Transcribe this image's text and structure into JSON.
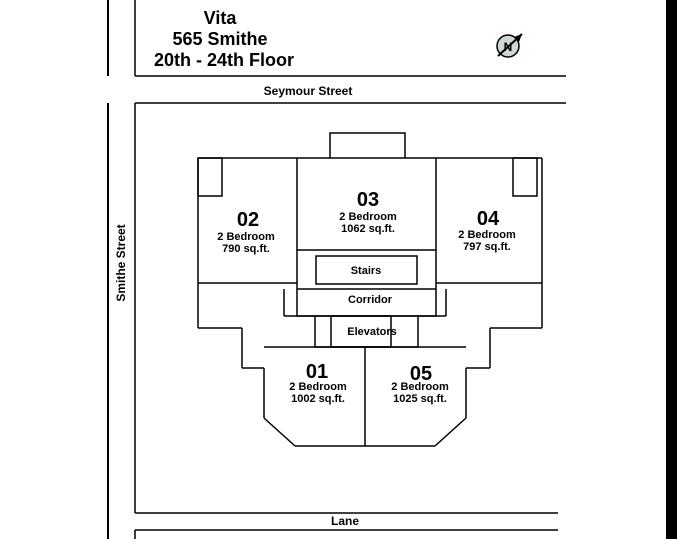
{
  "header": {
    "name": "Vita",
    "address": "565 Smithe",
    "floors": "20th - 24th Floor"
  },
  "compass": {
    "label": "N",
    "icon": "north-arrow-icon"
  },
  "streets": {
    "top": "Seymour Street",
    "left": "Smithe Street",
    "bottom": "Lane"
  },
  "units": [
    {
      "number": "02",
      "type": "2 Bedroom",
      "area": "790 sq.ft."
    },
    {
      "number": "03",
      "type": "2 Bedroom",
      "area": "1062 sq.ft."
    },
    {
      "number": "04",
      "type": "2 Bedroom",
      "area": "797 sq.ft."
    },
    {
      "number": "01",
      "type": "2 Bedroom",
      "area": "1002 sq.ft."
    },
    {
      "number": "05",
      "type": "2 Bedroom",
      "area": "1025 sq.ft."
    }
  ],
  "rooms": {
    "stairs": "Stairs",
    "corridor": "Corridor",
    "elevators": "Elevators"
  },
  "colors": {
    "line": "#000000",
    "background": "#ffffff"
  }
}
